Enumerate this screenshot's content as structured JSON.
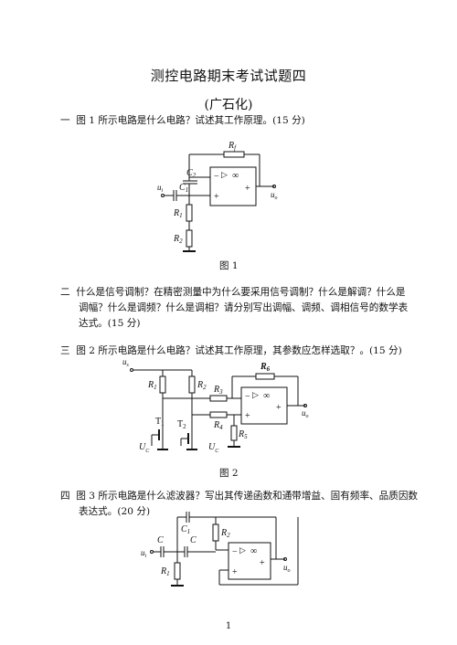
{
  "title": "测控电路期末考试试题四",
  "subtitle": "(广石化)",
  "questions": [
    {
      "num": "一",
      "text": "图 1 所示电路是什么电路？试述其工作原理。(15 分)"
    },
    {
      "num": "二",
      "line1": "什么是信号调制？在精密测量中为什么要采用信号调制？什么是解调？什么是",
      "line2": "调幅？什么是调频？什么是调相？请分别写出调幅、调频、调相信号的数学表",
      "line3": "达式。(15 分)"
    },
    {
      "num": "三",
      "text": "图 2 所示电路是什么电路？试述其工作原理，其参数应怎样选取？。(15 分)"
    },
    {
      "num": "四",
      "line1": "图 3 所示电路是什么滤波器？写出其传递函数和通带增益、固有频率、品质因数",
      "line2": "表达式。(20 分)"
    }
  ],
  "figures": {
    "fig1": {
      "caption": "图 1",
      "labels": {
        "rf": "R",
        "rf_sub": "f",
        "c2": "C",
        "c2_sub": "2",
        "c1": "C",
        "c1_sub": "1",
        "ui": "u",
        "ui_sub": "i",
        "uo": "u",
        "uo_sub": "o",
        "r1": "R",
        "r1_sub": "1",
        "r2": "R",
        "r2_sub": "2",
        "minus": "−",
        "plus": "+",
        "inf": "∞",
        "out_plus": "+"
      }
    },
    "fig2": {
      "caption": "图 2",
      "labels": {
        "us": "u",
        "us_sub": "s",
        "r1": "R",
        "r1_sub": "1",
        "r2": "R",
        "r2_sub": "2",
        "r3": "R",
        "r3_sub": "3",
        "r4": "R",
        "r4_sub": "4",
        "r5": "R",
        "r5_sub": "5",
        "r6": "R",
        "r6_sub": "6",
        "t1": "T",
        "t1_sub": "1",
        "t2": "T",
        "t2_sub": "2",
        "uc1": "U",
        "uc1_sub": "C",
        "uc2": "U",
        "uc2_sub": "C",
        "uo": "u",
        "uo_sub": "o",
        "minus": "−",
        "plus": "+",
        "inf": "∞",
        "out_plus": "+"
      }
    },
    "fig3": {
      "labels": {
        "c1": "C",
        "c1_sub": "1",
        "r2": "R",
        "r2_sub": "2",
        "c_a": "C",
        "c_b": "C",
        "ui": "u",
        "ui_sub": "i",
        "uo": "u",
        "uo_sub": "o",
        "r1": "R",
        "r1_sub": "1",
        "minus": "−",
        "plus": "+",
        "inf": "∞",
        "out_plus": "+"
      }
    }
  },
  "page_number": "1"
}
